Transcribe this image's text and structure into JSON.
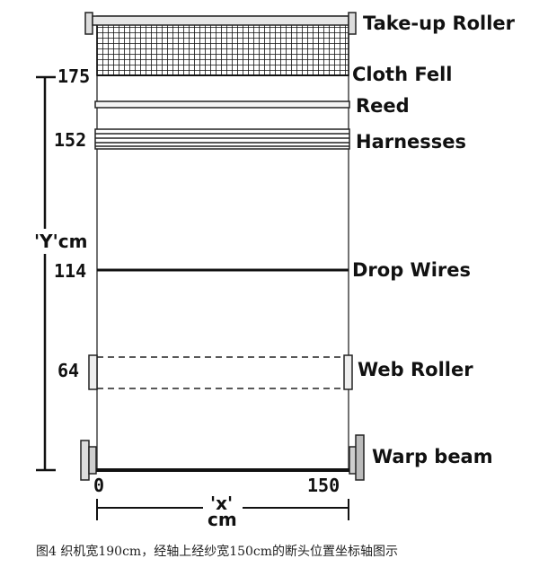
{
  "diagram": {
    "components": {
      "take_up_roller": "Take-up Roller",
      "cloth_fell": "Cloth Fell",
      "reed": "Reed",
      "harnesses": "Harnesses",
      "drop_wires": "Drop Wires",
      "web_roller": "Web Roller",
      "warp_beam": "Warp beam"
    },
    "y_axis": {
      "label": "'Y'cm",
      "ticks": [
        "175",
        "152",
        "114",
        "64"
      ]
    },
    "x_axis": {
      "label_line1": "'x'",
      "label_line2": "cm",
      "start": "0",
      "end": "150"
    }
  },
  "caption": "图4 织机宽190cm，经轴上经纱宽150cm的断头位置坐标轴图示"
}
